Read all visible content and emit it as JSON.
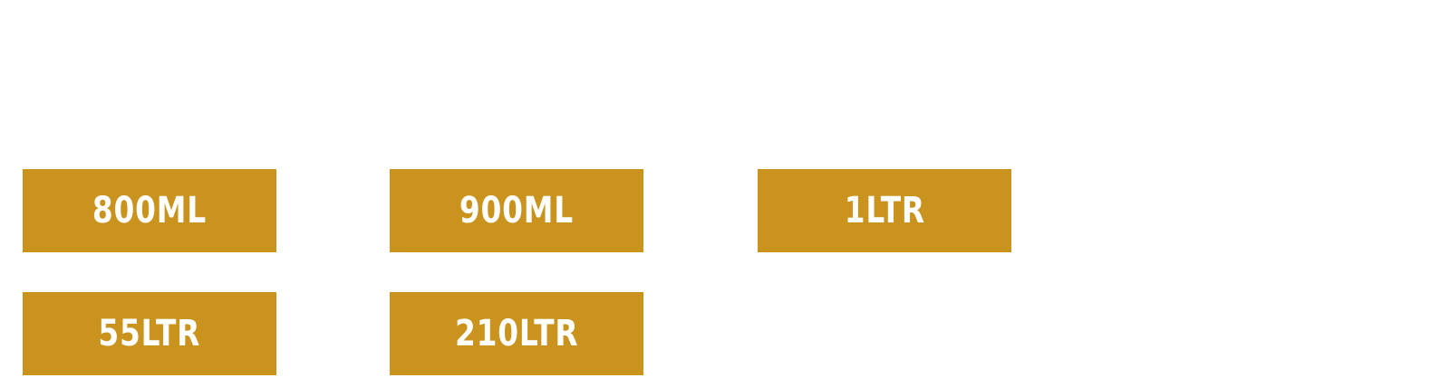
{
  "theme": {
    "tile_color": "#c9931d",
    "text_color": "#ffffff",
    "background": "#ffffff"
  },
  "sizes": [
    {
      "label": "800ML"
    },
    {
      "label": "900ML"
    },
    {
      "label": "1LTR"
    },
    {
      "label": "55LTR"
    },
    {
      "label": "210LTR"
    }
  ]
}
